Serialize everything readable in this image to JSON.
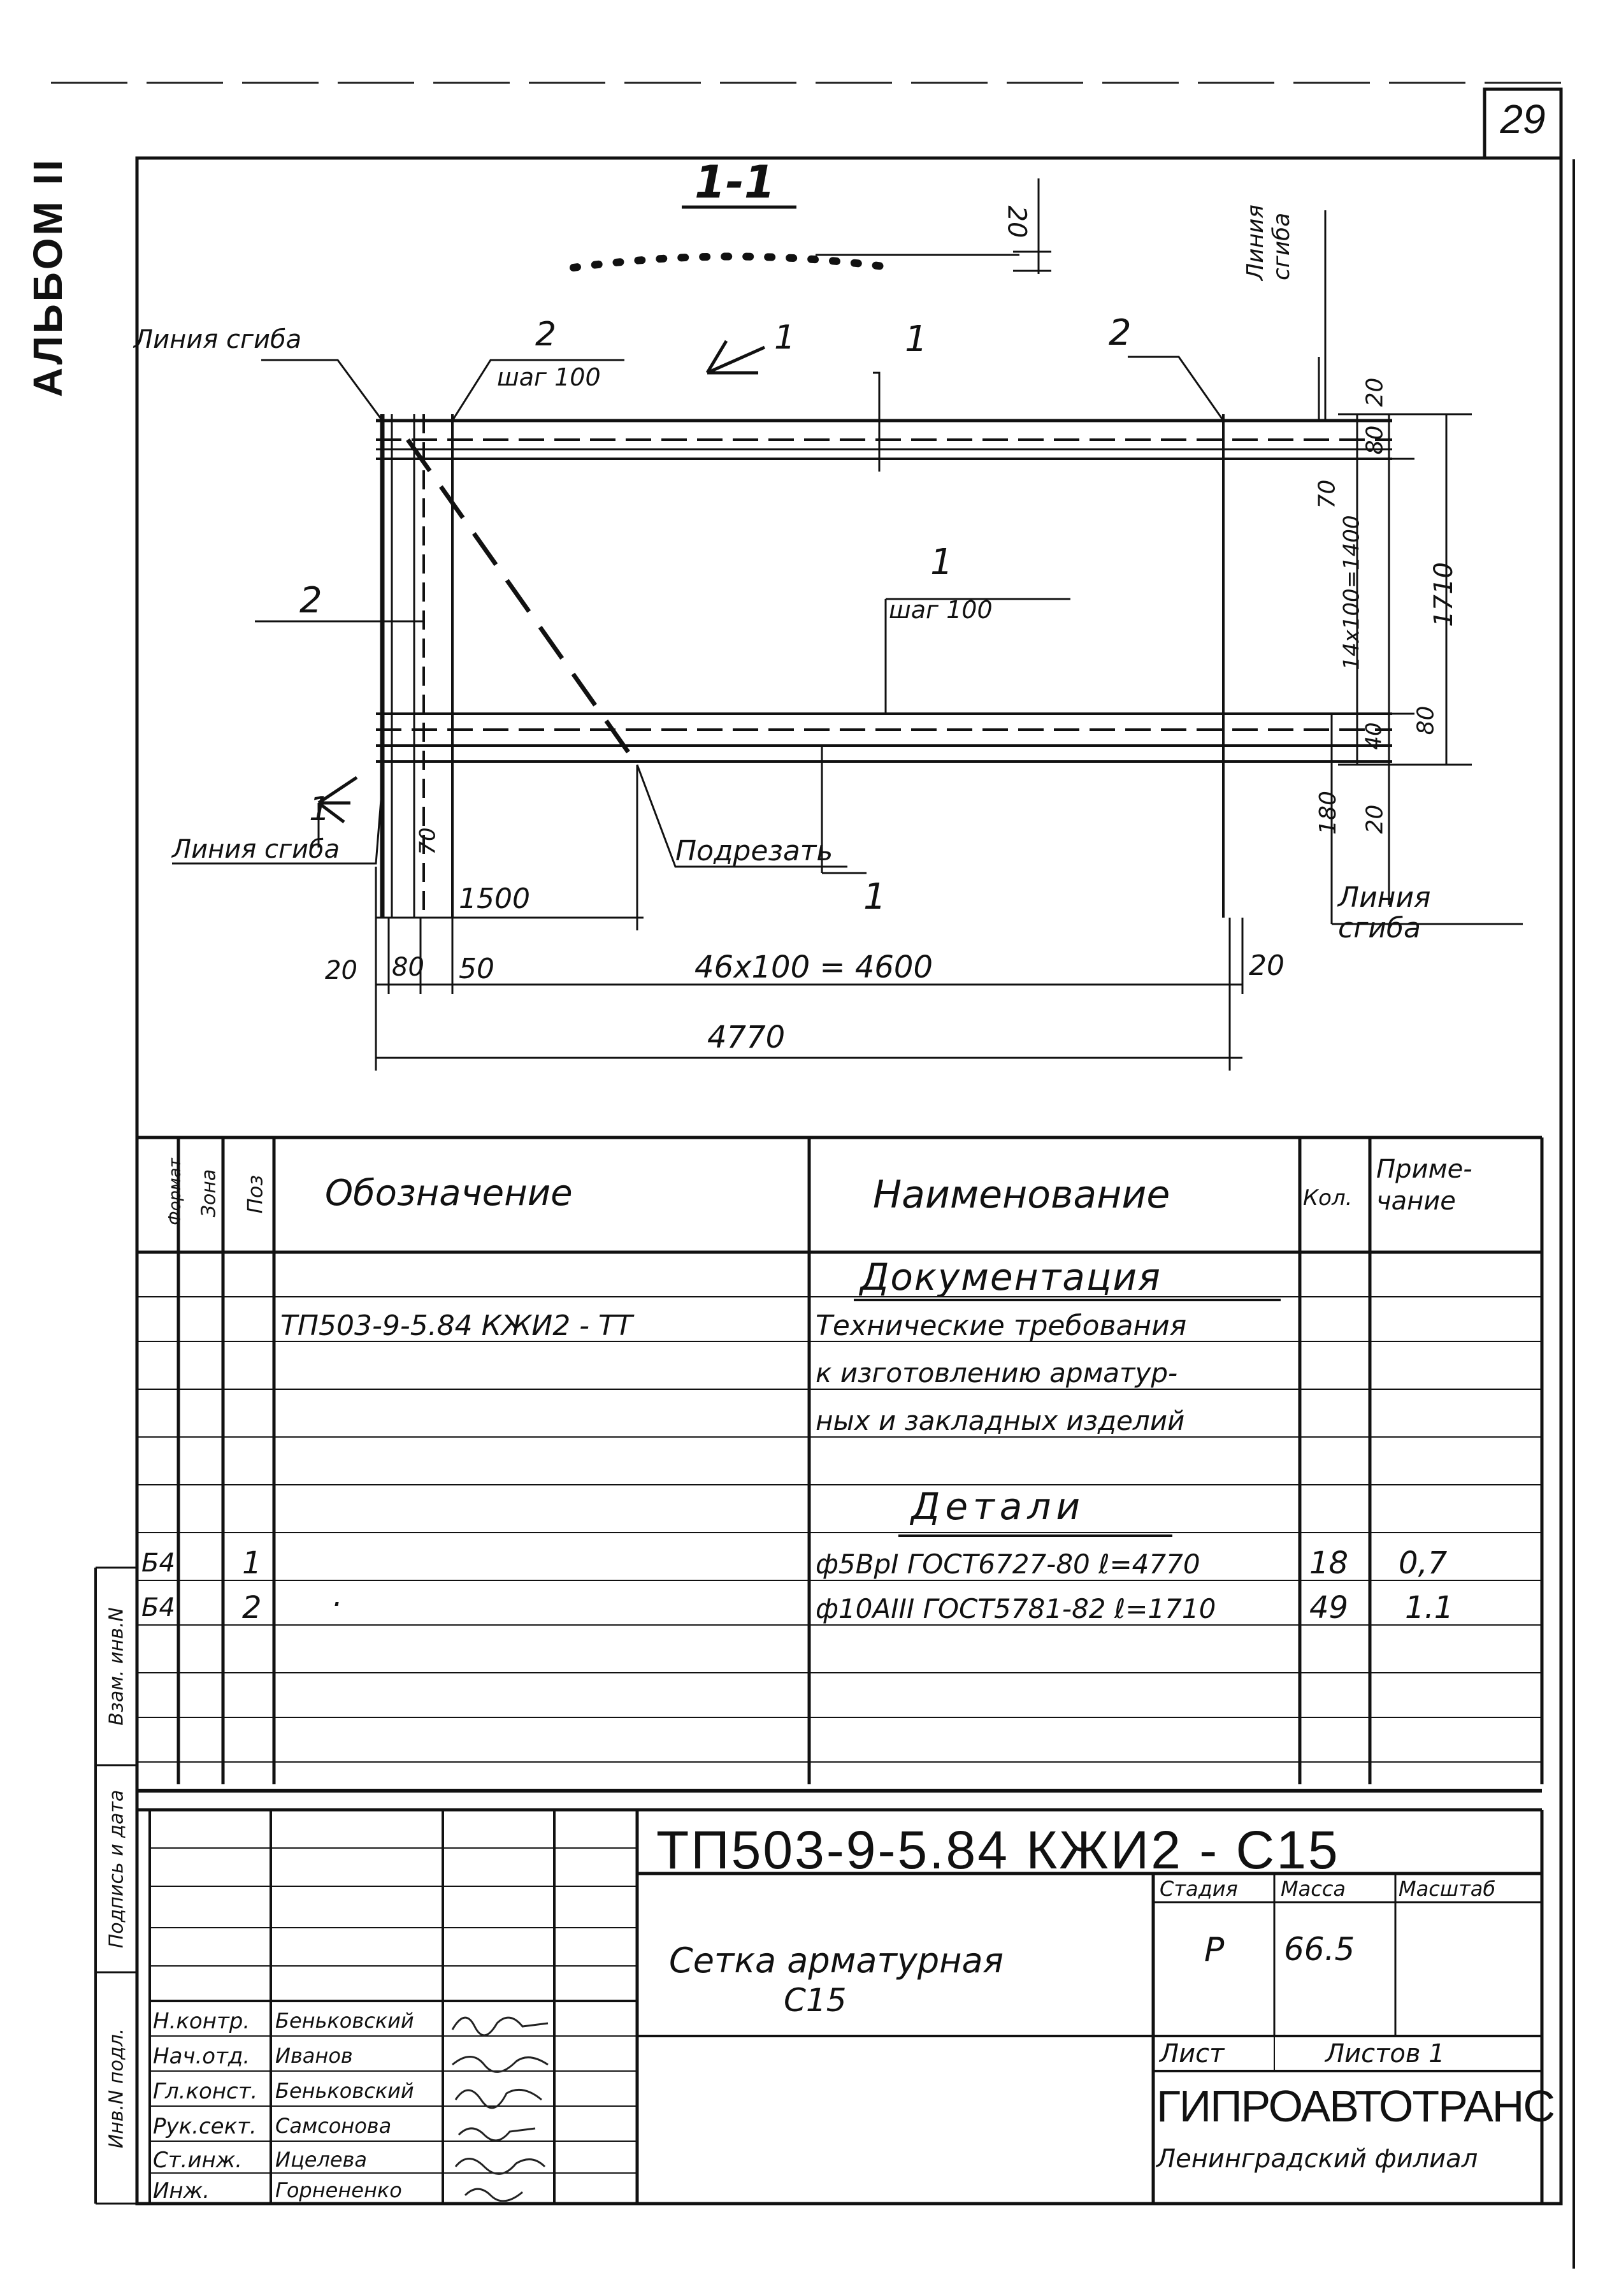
{
  "header": {
    "album": "АЛЬБОМ II",
    "sheet_number": "29"
  },
  "drawing": {
    "section_label": "1-1",
    "section_dim": "20",
    "labels": {
      "bend_line_top_left": "Линия сгиба",
      "bend_line_left_bottom": "Линия сгиба",
      "bend_line_top_right": "Линия сгиба",
      "bend_line_bottom_right": "Линия сгиба",
      "cut": "Подрезать",
      "pos2_top": "2",
      "pos2_top_step": "шаг 100",
      "pos2_top_right": "2",
      "pos2_left": "2",
      "pos1_top": "1",
      "pos1_mid": "1",
      "pos1_mid_step": "шаг 100",
      "pos1_bottom": "1",
      "section_mark_top": "1",
      "section_mark_bottom": "1"
    },
    "dims": {
      "d_20_top": "20",
      "d_80_top": "80",
      "d_70_right": "70",
      "d_14x100": "14x100=1400",
      "d_1710": "1710",
      "d_40": "40",
      "d_80_bottom": "80",
      "d_180": "180",
      "d_20_bottom": "20",
      "d_70_left": "70",
      "d_1500": "1500",
      "d_20_left": "20",
      "d_80_left": "80",
      "d_50": "50",
      "d_46x100": "46x100 = 4600",
      "d_20_right": "20",
      "d_4770": "4770"
    }
  },
  "spec": {
    "headers": {
      "format": "Формат",
      "zone": "Зона",
      "pos": "Поз",
      "designation": "Обозначение",
      "name": "Наименование",
      "qty": "Кол.",
      "note": "Приме-чание"
    },
    "section_documentation": "Документация",
    "doc_designation": "ТП503-9-5.84 КЖИ2 - ТТ",
    "doc_name_lines": [
      "Технические требования",
      "к изготовлению арматур-",
      "ных и закладных изделий"
    ],
    "section_details": "Детали",
    "rows": [
      {
        "format": "Б4",
        "pos": "1",
        "designation": "",
        "name": "ф5ВрI ГОСТ6727-80 ℓ=4770",
        "qty": "18",
        "note": "0,7"
      },
      {
        "format": "Б4",
        "pos": "2",
        "designation": "·",
        "name": "ф10АIII ГОСТ5781-82 ℓ=1710",
        "qty": "49",
        "note": "1.1"
      }
    ]
  },
  "title_block": {
    "code": "ТП503-9-5.84 КЖИ2 - С15",
    "title_lines": [
      "Сетка арматурная",
      "С15"
    ],
    "stage_label": "Стадия",
    "mass_label": "Масса",
    "scale_label": "Масштаб",
    "stage": "Р",
    "mass": "66.5",
    "scale": "",
    "sheet_label": "Лист",
    "sheets_label": "Листов 1",
    "org": "ГИПРОАВТОТРАНС",
    "branch": "Ленинградский филиал",
    "staff": [
      {
        "role": "Н.контр.",
        "name": "Беньковский"
      },
      {
        "role": "Нач.отд.",
        "name": "Иванов"
      },
      {
        "role": "Гл.конст.",
        "name": "Беньковский"
      },
      {
        "role": "Рук.сект.",
        "name": "Самсонова"
      },
      {
        "role": "Ст.инж.",
        "name": "Ицелева"
      },
      {
        "role": "Инж.",
        "name": "Горнененко"
      }
    ],
    "side_labels": [
      "Взам. инв.N",
      "Подпись и дата",
      "Инв.N подл."
    ]
  }
}
